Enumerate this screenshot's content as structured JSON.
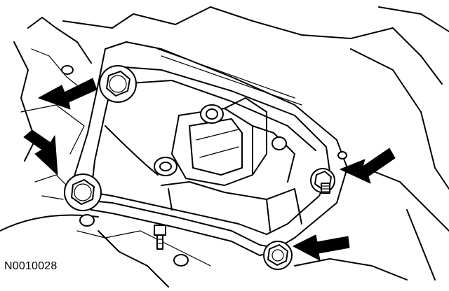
{
  "figure": {
    "id_label": "N0010028"
  },
  "callouts": [
    {
      "name": "arrow-upper-left-bolt",
      "target": "bolt"
    },
    {
      "name": "arrow-left-bolt",
      "target": "bolt"
    },
    {
      "name": "arrow-right-stud-nut",
      "target": "nut"
    },
    {
      "name": "arrow-bottom-bolt",
      "target": "bolt"
    }
  ]
}
